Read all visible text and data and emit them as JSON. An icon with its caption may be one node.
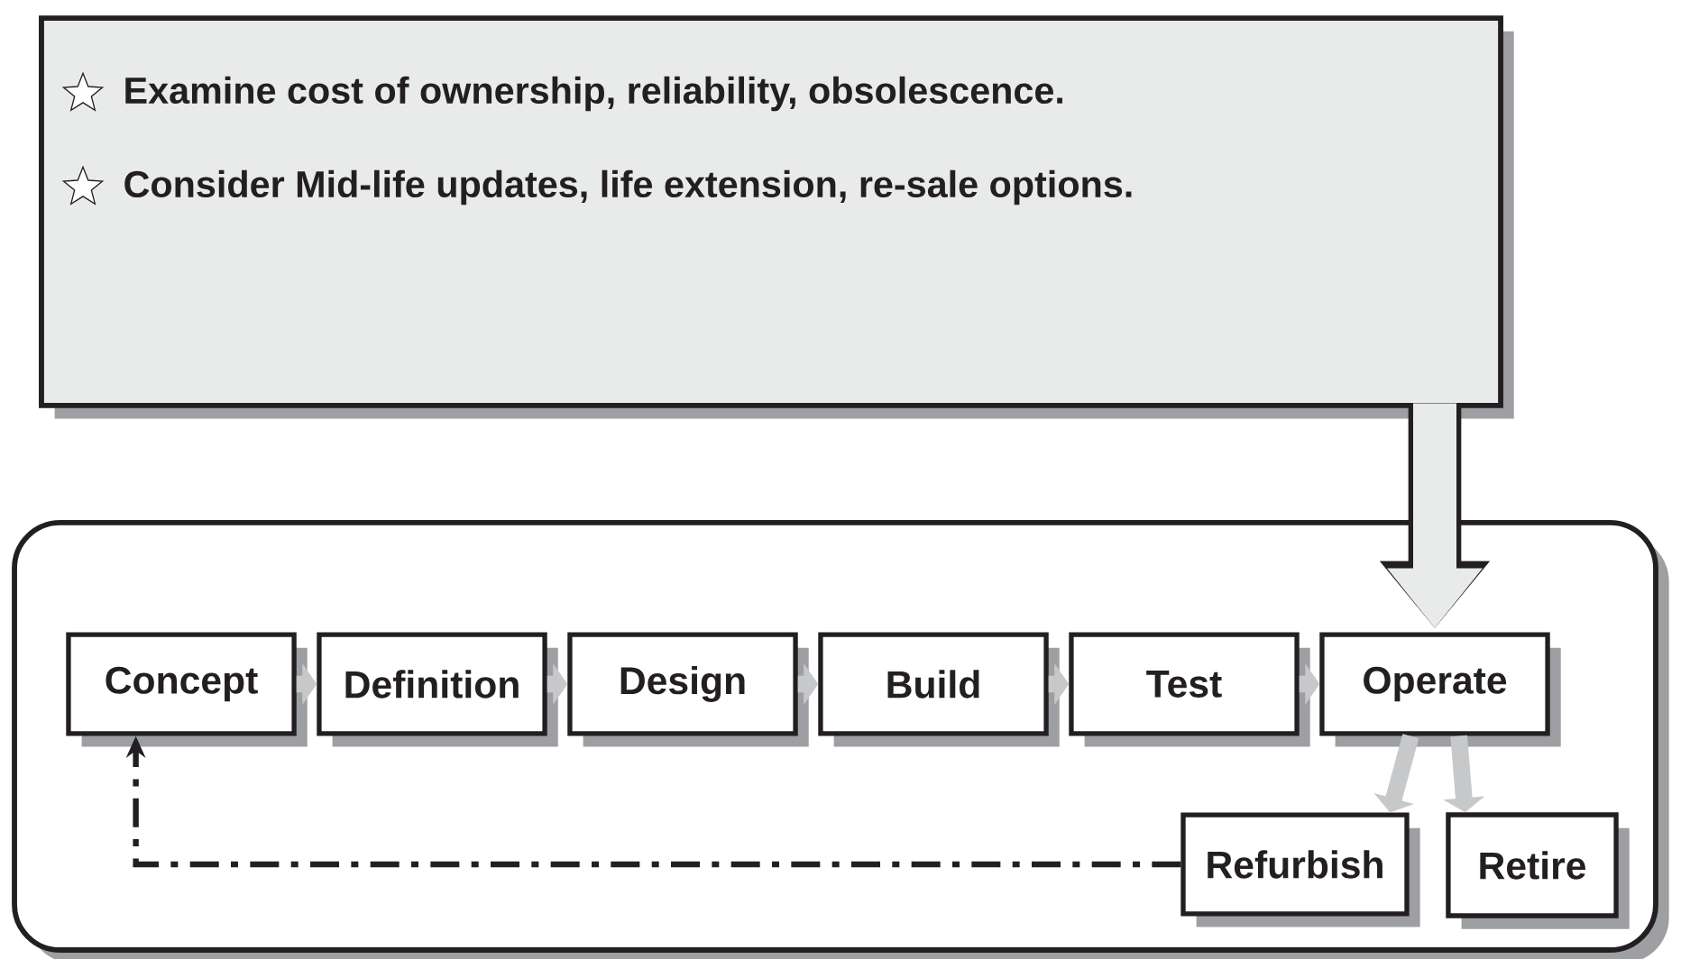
{
  "diagram": {
    "nodes": [
      {
        "text": [
          "Examine cost of ownership, reliability, obsolescence.",
          "Consider Mid-life updates, life extension, re-sale options."
        ]
      },
      {
        "text": [],
        "shape": "box"
      },
      {
        "text": [
          "Concept"
        ],
        "in": 1
      },
      {
        "text": [
          "Definition"
        ],
        "in": 1
      },
      {
        "text": [
          "Design"
        ],
        "in": 1
      },
      {
        "text": [
          "Build"
        ],
        "in": 1
      },
      {
        "text": [
          "Test"
        ],
        "in": 1
      },
      {
        "text": [
          "Operate"
        ],
        "in": 1
      },
      {
        "text": [
          "Refurbish"
        ],
        "in": 1
      },
      {
        "text": [
          "Retire"
        ],
        "in": 1
      }
    ],
    "edges": [
      {
        "from": 2,
        "to": 3,
        "arrow": "to"
      },
      {
        "from": 3,
        "to": 4,
        "arrow": "to"
      },
      {
        "from": 4,
        "to": 5,
        "arrow": "to"
      },
      {
        "from": 5,
        "to": 6,
        "arrow": "to"
      },
      {
        "from": 6,
        "to": 7,
        "arrow": "to"
      },
      {
        "from": 7,
        "to": 8,
        "arrow": "to"
      },
      {
        "from": 7,
        "to": 9,
        "arrow": "to"
      },
      {
        "from": 8,
        "to": 2,
        "arrow": "to",
        "style": "dashed",
        "color": "#231f20"
      },
      {
        "from": 0,
        "to": 7,
        "arrow": "to",
        "style": "thick"
      }
    ]
  }
}
